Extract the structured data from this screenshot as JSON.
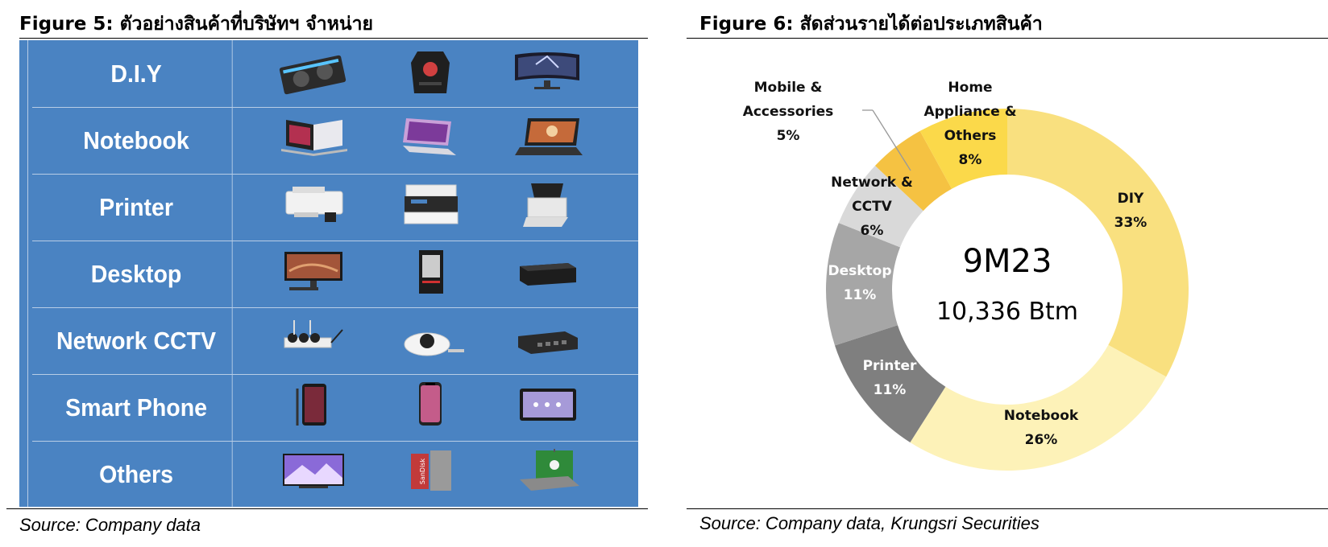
{
  "figure5": {
    "title": "Figure 5: ตัวอย่างสินค้าที่บริษัทฯ จำหน่าย",
    "rows": [
      {
        "label": "D.I.Y",
        "icons": [
          "graphics-card-icon",
          "pc-case-icon",
          "curved-monitor-icon"
        ]
      },
      {
        "label": "Notebook",
        "icons": [
          "open-laptop-icon",
          "convertible-laptop-icon",
          "gaming-laptop-icon"
        ]
      },
      {
        "label": "Printer",
        "icons": [
          "inkjet-printer-icon",
          "laser-printer-icon",
          "document-scanner-icon"
        ]
      },
      {
        "label": "Desktop",
        "icons": [
          "all-in-one-pc-icon",
          "tower-pc-icon",
          "mini-pc-icon"
        ]
      },
      {
        "label": "Network CCTV",
        "icons": [
          "wifi-camera-kit-icon",
          "dome-camera-icon",
          "network-switch-icon"
        ]
      },
      {
        "label": "Smart Phone",
        "icons": [
          "smartphone-stylus-icon",
          "smartphone-icon",
          "tablet-icon"
        ]
      },
      {
        "label": "Others",
        "icons": [
          "tv-icon",
          "memory-card-icon",
          "green-screen-icon"
        ]
      }
    ],
    "source": "Source: Company data"
  },
  "figure6": {
    "title": "Figure 6: สัดส่วนรายได้ต่อประเภทสินค้า",
    "source": "Source: Company data, Krungsri Securities"
  },
  "chart_data": {
    "type": "pie",
    "variant": "donut",
    "center_text": [
      "9M23",
      "10,336 Btm"
    ],
    "slices": [
      {
        "label": "DIY",
        "value": 33,
        "value_label": "33%",
        "color": "#f9e07f"
      },
      {
        "label": "Notebook",
        "value": 26,
        "value_label": "26%",
        "color": "#fdf2b8"
      },
      {
        "label": "Printer",
        "value": 11,
        "value_label": "11%",
        "color": "#7f7f7f"
      },
      {
        "label": "Desktop",
        "value": 11,
        "value_label": "11%",
        "color": "#a6a6a6"
      },
      {
        "label": "Network & CCTV",
        "value": 6,
        "value_label": "6%",
        "color": "#d9d9d9"
      },
      {
        "label": "Mobile & Accessories",
        "value": 5,
        "value_label": "5%",
        "color": "#f5c242"
      },
      {
        "label": "Home Appliance & Others",
        "value": 8,
        "value_label": "8%",
        "color": "#fbd94a"
      }
    ],
    "start_angle_deg": 0,
    "direction": "clockwise"
  }
}
